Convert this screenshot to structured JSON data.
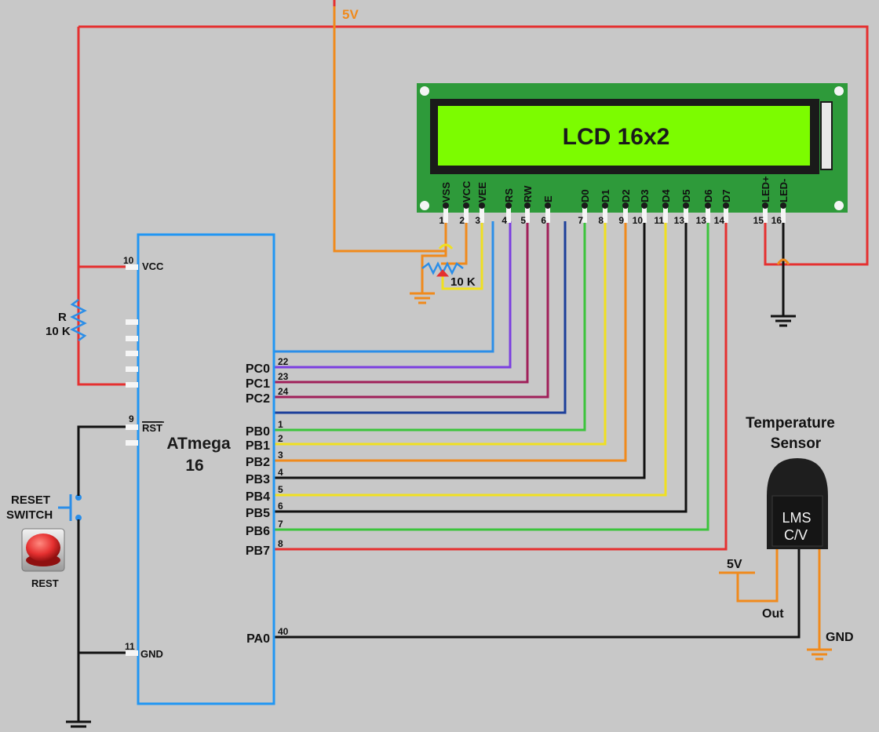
{
  "colors": {
    "background": "#c8c8c8",
    "mcu_outline": "#2196f3",
    "lcd_board": "#2e9a3a",
    "lcd_screen": "#7cfc00",
    "wire_red": "#e53030",
    "wire_orange": "#f08a1c",
    "wire_yellow": "#f0e020",
    "wire_purple": "#7b3fe0",
    "wire_maroon": "#a0205a",
    "wire_navy": "#1c3f9a",
    "wire_green": "#3cc43c",
    "wire_blue": "#2b8ee8",
    "wire_black": "#111111",
    "button_red": "#e53030"
  },
  "power": {
    "supply_label": "5V",
    "sensor_supply_label": "5V",
    "ground_label": "GND"
  },
  "lcd": {
    "title": "LCD 16x2",
    "pins": [
      {
        "num": "1",
        "name": "VSS"
      },
      {
        "num": "2",
        "name": "VCC"
      },
      {
        "num": "3",
        "name": "VEE"
      },
      {
        "num": "4",
        "name": "RS"
      },
      {
        "num": "5",
        "name": "RW"
      },
      {
        "num": "6",
        "name": "E"
      },
      {
        "num": "7",
        "name": "D0"
      },
      {
        "num": "8",
        "name": "D1"
      },
      {
        "num": "9",
        "name": "D2"
      },
      {
        "num": "10",
        "name": "D3"
      },
      {
        "num": "11",
        "name": "D4"
      },
      {
        "num": "13",
        "name": "D5"
      },
      {
        "num": "13",
        "name": "D6"
      },
      {
        "num": "14",
        "name": "D7"
      },
      {
        "num": "15",
        "name": "LED+"
      },
      {
        "num": "16",
        "name": "LED-"
      }
    ]
  },
  "potentiometer": {
    "label": "10 K"
  },
  "resistor": {
    "name": "R",
    "value": "10 K"
  },
  "mcu": {
    "name_line1": "ATmega",
    "name_line2": "16",
    "left_pins": [
      {
        "num": "10",
        "name": "VCC"
      },
      {
        "num": "9",
        "name": "RST"
      },
      {
        "num": "11",
        "name": "GND"
      }
    ],
    "right_pins": [
      {
        "num": "22",
        "name": "PC0"
      },
      {
        "num": "23",
        "name": "PC1"
      },
      {
        "num": "24",
        "name": "PC2"
      },
      {
        "num": "1",
        "name": "PB0"
      },
      {
        "num": "2",
        "name": "PB1"
      },
      {
        "num": "3",
        "name": "PB2"
      },
      {
        "num": "4",
        "name": "PB3"
      },
      {
        "num": "5",
        "name": "PB4"
      },
      {
        "num": "6",
        "name": "PB5"
      },
      {
        "num": "7",
        "name": "PB6"
      },
      {
        "num": "8",
        "name": "PB7"
      },
      {
        "num": "40",
        "name": "PA0"
      }
    ]
  },
  "reset": {
    "switch_line1": "RESET",
    "switch_line2": "SWITCH",
    "button_label": "REST"
  },
  "sensor": {
    "title_line1": "Temperature",
    "title_line2": "Sensor",
    "body_line1": "LMS",
    "body_line2": "C/V",
    "out_label": "Out",
    "gnd_label": "GND"
  }
}
